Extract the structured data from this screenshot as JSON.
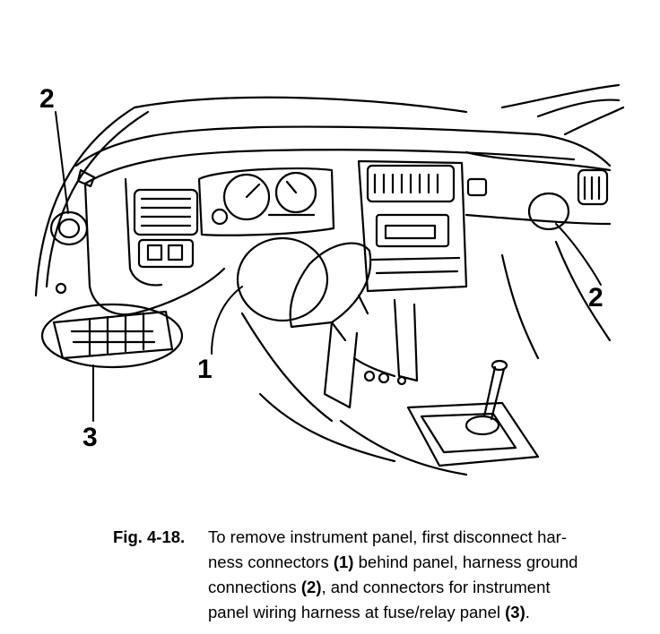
{
  "callouts": {
    "top_left": "2",
    "right": "2",
    "center": "1",
    "bottom_left": "3"
  },
  "caption": {
    "label": "Fig. 4-18.",
    "lines": [
      [
        {
          "t": "To remove instrument panel, first disconnect har-",
          "b": false
        }
      ],
      [
        {
          "t": "ness connectors ",
          "b": false
        },
        {
          "t": "(1)",
          "b": true
        },
        {
          "t": " behind panel, harness ground",
          "b": false
        }
      ],
      [
        {
          "t": "connections ",
          "b": false
        },
        {
          "t": "(2)",
          "b": true
        },
        {
          "t": ", and connectors for instrument",
          "b": false
        }
      ],
      [
        {
          "t": "panel wiring harness at fuse/relay panel ",
          "b": false
        },
        {
          "t": "(3)",
          "b": true
        },
        {
          "t": ".",
          "b": false
        }
      ]
    ]
  }
}
